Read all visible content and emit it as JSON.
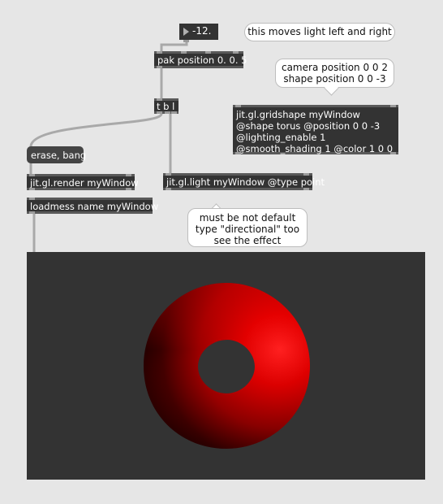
{
  "number_box": {
    "value": "-12."
  },
  "comments": {
    "light_note": "this moves light left and right",
    "camera_note_line1": "camera position 0 0 2",
    "camera_note_line2": "shape position 0 0 -3",
    "type_note": "must be not default type \"directional\" too see the effect"
  },
  "objects": {
    "pak": "pak position 0. 0. 5",
    "trigger": "t b l",
    "gridshape": "jit.gl.gridshape myWindow @shape torus @position 0 0 -3 @lighting_enable 1 @smooth_shading 1 @color 1 0 0",
    "render": "jit.gl.render myWindow",
    "light": "jit.gl.light myWindow @type point"
  },
  "messages": {
    "erase_bang": "erase, bang",
    "loadmess": "loadmess name myWindow"
  },
  "colors": {
    "canvas_bg": "#e6e6e6",
    "object_bg": "#333333",
    "window_bg": "#333333",
    "torus_color": "#ff0000",
    "patchcord": "#a9a9a9"
  }
}
